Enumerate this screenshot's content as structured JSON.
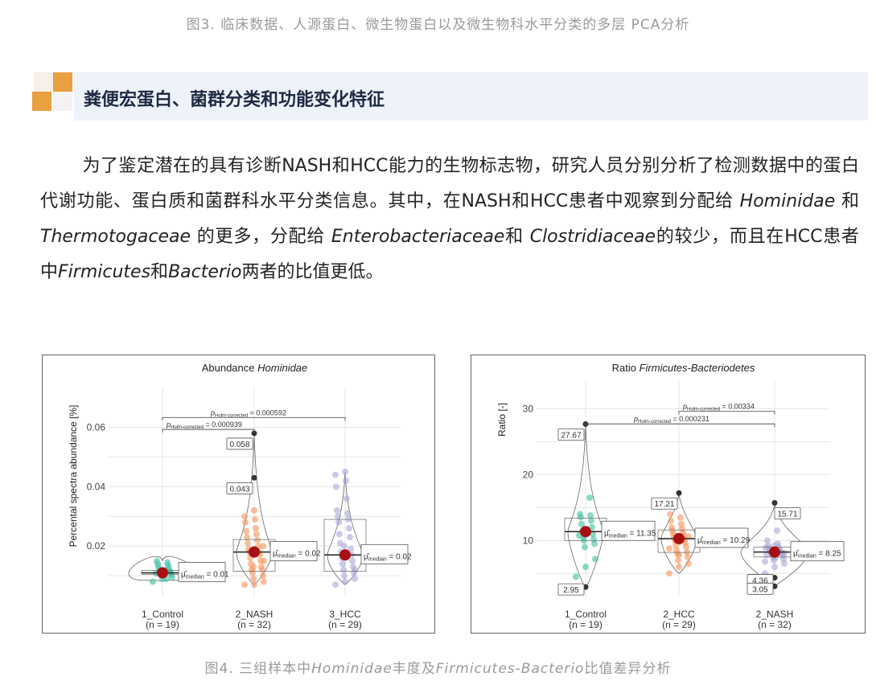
{
  "captions": {
    "fig3": "图3. 临床数据、人源蛋白、微生物蛋白以及微生物科水平分类的多层 PCA分析",
    "fig4_a": "图4. 三组样本中",
    "fig4_b": "Hominidae",
    "fig4_c": "丰度及",
    "fig4_d": "Firmicutes-Bacterio",
    "fig4_e": "比值差异分析"
  },
  "section": {
    "title": "粪便宏蛋白、菌群分类和功能变化特征",
    "accent": "#e8a040"
  },
  "paragraph": [
    {
      "t": "为了鉴定潜在的具有诊断NASH和HCC能力的生物标志物，研究人员分别分析了检测数据中的蛋白代谢功能、蛋白质和菌群科水平分类信息。其中，在NASH和HCC患者中观察到分配给 "
    },
    {
      "t": "Hominidae",
      "i": true
    },
    {
      "t": " 和 "
    },
    {
      "t": "Thermotogaceae",
      "i": true
    },
    {
      "t": " 的更多，分配给 "
    },
    {
      "t": "Enterobacteriaceae",
      "i": true
    },
    {
      "t": "和 "
    },
    {
      "t": "Clostridiaceae",
      "i": true
    },
    {
      "t": "的较少，而且在HCC患者中"
    },
    {
      "t": "Firmicutes",
      "i": true
    },
    {
      "t": "和"
    },
    {
      "t": "Bacterio",
      "i": true
    },
    {
      "t": "两者的比值更低。"
    }
  ],
  "chart_data": [
    {
      "type": "violin-box",
      "title_a": "Abundance ",
      "title_b": "Hominidae",
      "ylabel": "Percental spectra abundance  [%]",
      "ylim": [
        0.003,
        0.068
      ],
      "yticks": [
        0.02,
        0.04,
        0.06
      ],
      "ytick_labels": [
        "0.02",
        "0.04",
        "0.06"
      ],
      "grid": [
        0.01,
        0.02,
        0.03,
        0.04,
        0.05,
        0.06
      ],
      "groups": [
        {
          "name": "1_Control",
          "n": "(n = 19)",
          "color": "#3cbfa0",
          "min": 0.008,
          "max": 0.015,
          "q1": 0.0105,
          "q3": 0.0118,
          "median": 0.011,
          "center": 0.011,
          "median_label": "= 0.01",
          "points": [
            0.008,
            0.009,
            0.0095,
            0.01,
            0.0105,
            0.011,
            0.011,
            0.0112,
            0.0115,
            0.012,
            0.0125,
            0.013,
            0.0135,
            0.014,
            0.0145,
            0.015,
            0.009,
            0.0108,
            0.0118
          ],
          "outliers": []
        },
        {
          "name": "2_NASH",
          "n": "(n = 32)",
          "color": "#f5955a",
          "min": 0.007,
          "max": 0.058,
          "q1": 0.0115,
          "q3": 0.0222,
          "median": 0.018,
          "center": 0.018,
          "median_label": "= 0.02",
          "points": [
            0.007,
            0.007,
            0.008,
            0.009,
            0.01,
            0.011,
            0.012,
            0.012,
            0.013,
            0.014,
            0.015,
            0.016,
            0.017,
            0.018,
            0.018,
            0.019,
            0.02,
            0.021,
            0.022,
            0.023,
            0.024,
            0.025,
            0.026,
            0.028,
            0.029,
            0.03,
            0.032,
            0.015,
            0.013,
            0.02
          ],
          "outliers": [
            {
              "v": 0.058,
              "label": "0.058"
            },
            {
              "v": 0.043,
              "label": "0.043"
            }
          ]
        },
        {
          "name": "3_HCC",
          "n": "(n = 29)",
          "color": "#a9a6d8",
          "min": 0.007,
          "max": 0.045,
          "q1": 0.0115,
          "q3": 0.029,
          "median": 0.017,
          "center": 0.017,
          "median_label": "= 0.02",
          "points": [
            0.007,
            0.008,
            0.009,
            0.01,
            0.011,
            0.012,
            0.013,
            0.014,
            0.015,
            0.016,
            0.017,
            0.018,
            0.019,
            0.021,
            0.023,
            0.024,
            0.026,
            0.028,
            0.029,
            0.03,
            0.031,
            0.032,
            0.036,
            0.04,
            0.042,
            0.044,
            0.045,
            0.012,
            0.02
          ],
          "outliers": []
        }
      ],
      "brackets": [
        {
          "from": 0,
          "to": 2,
          "y": 0.0633,
          "label": "= 0.000592"
        },
        {
          "from": 0,
          "to": 1,
          "y": 0.0593,
          "label": "= 0.000939"
        }
      ],
      "p_sub": "Holm-corrected",
      "median_sub": "median"
    },
    {
      "type": "violin-box",
      "title_a": "Ratio ",
      "title_b": "Firmicutes-Bacteriodetes",
      "ylabel": "Ratio [-]",
      "ylim": [
        1.5,
        32
      ],
      "yticks": [
        10,
        20,
        30
      ],
      "ytick_labels": [
        "10",
        "20",
        "30"
      ],
      "grid": [
        5,
        10,
        15,
        20,
        25,
        30
      ],
      "groups": [
        {
          "name": "1_Control",
          "n": "(n = 19)",
          "color": "#3cbfa0",
          "min": 2.95,
          "max": 27.67,
          "q1": 10,
          "q3": 13.4,
          "median": 11.35,
          "center": 11.35,
          "median_label": "= 11.35",
          "points": [
            4.5,
            6,
            7.2,
            9,
            9.5,
            10,
            10.2,
            10.5,
            11,
            11.5,
            12,
            12.5,
            13,
            13.5,
            13.8,
            14,
            16.5,
            10.8
          ],
          "outliers": [
            {
              "v": 27.67,
              "label": "27.67"
            },
            {
              "v": 2.95,
              "label": "2.95"
            }
          ]
        },
        {
          "name": "2_HCC",
          "n": "(n = 29)",
          "color": "#f5955a",
          "min": 5,
          "max": 17.21,
          "q1": 8.2,
          "q3": 11.6,
          "median": 10.29,
          "center": 10.29,
          "median_label": "= 10.29",
          "points": [
            5,
            6,
            6.5,
            7,
            7.5,
            8,
            8.2,
            8.5,
            9,
            9.3,
            9.6,
            10,
            10.2,
            10.5,
            10.8,
            11,
            11.2,
            11.5,
            11.8,
            12,
            12.5,
            13,
            13.5,
            14,
            9.8,
            8.8,
            7.8,
            10.6
          ],
          "outliers": [
            {
              "v": 17.21,
              "label": "17.21"
            }
          ]
        },
        {
          "name": "2_NASH",
          "n": "(n = 32)",
          "color": "#a9a6d8",
          "min": 3.05,
          "max": 15.71,
          "q1": 7.5,
          "q3": 9,
          "median": 8.25,
          "center": 8.25,
          "median_label": "= 8.25",
          "points": [
            5,
            6,
            6.5,
            7,
            7.2,
            7.5,
            7.7,
            7.9,
            8,
            8.1,
            8.2,
            8.3,
            8.4,
            8.5,
            8.6,
            8.8,
            9,
            9.2,
            9.5,
            10,
            11.5,
            7.8,
            8.6,
            8.9,
            7.4,
            6.8,
            9.3,
            8.1
          ],
          "outliers": [
            {
              "v": 15.71,
              "label": "15.71"
            },
            {
              "v": 4.36,
              "label": "4.36"
            },
            {
              "v": 3.05,
              "label": "3.05"
            }
          ]
        }
      ],
      "brackets": [
        {
          "from": 1,
          "to": 2,
          "y": 29.6,
          "label": "= 0.00334"
        },
        {
          "from": 0,
          "to": 2,
          "y": 27.7,
          "label": "= 0.000231"
        }
      ],
      "p_sub": "Holm-corrected",
      "median_sub": "median"
    }
  ]
}
